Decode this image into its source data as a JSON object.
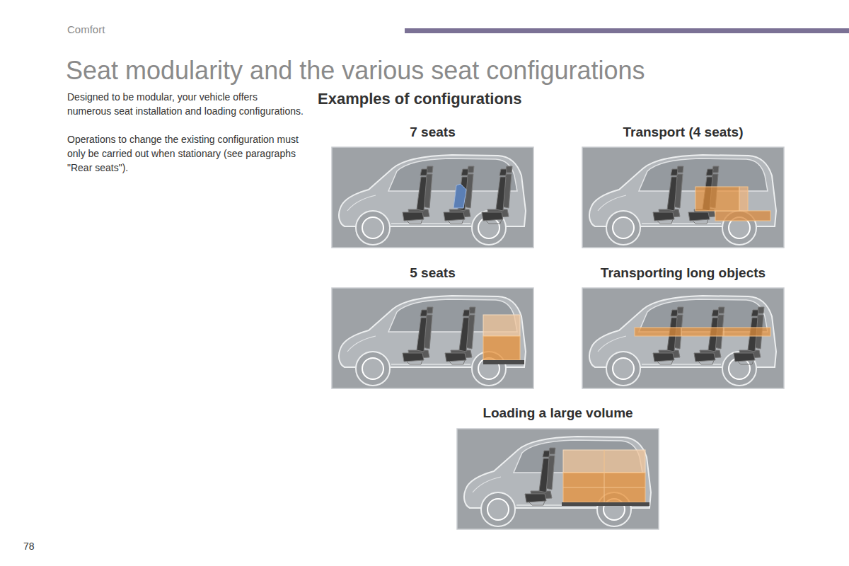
{
  "diagram": {
    "title": "Seat modularity and the various seat configurations",
    "nodes": [
      {
        "text": [
          "7 seats"
        ]
      },
      {
        "text": [
          "Transport (4 seats)"
        ]
      },
      {
        "text": [
          "5 seats"
        ]
      },
      {
        "text": [
          "Transporting long objects"
        ]
      },
      {
        "text": [
          "Loading a large volume"
        ]
      }
    ],
    "labels": [
      "Comfort",
      "Designed to be modular, your vehicle offers numerous seat installation and loading configurations.",
      "Operations to change the existing configuration must only be carried out when stationary (see paragraphs \"Rear seats\").",
      "Examples of configurations",
      "78"
    ]
  }
}
